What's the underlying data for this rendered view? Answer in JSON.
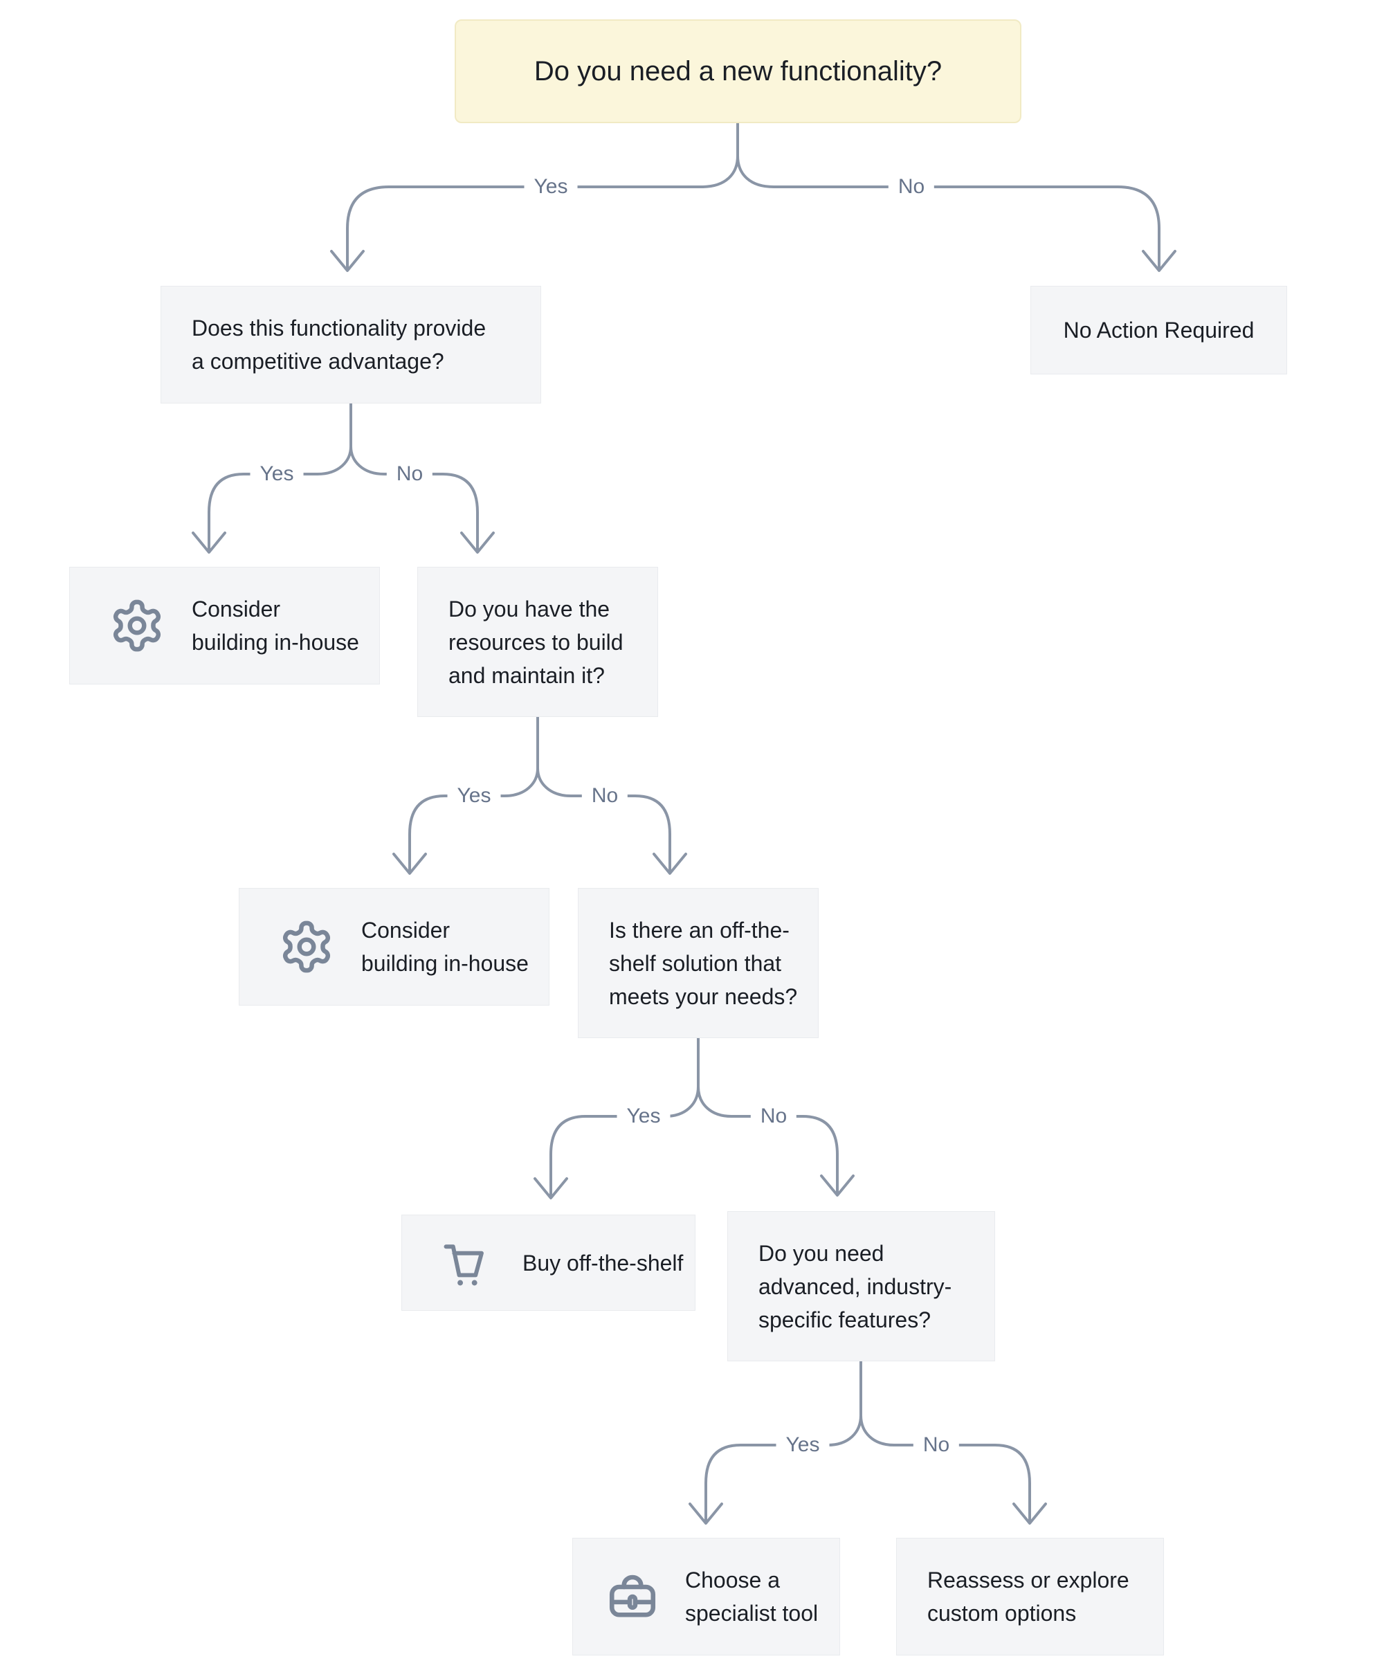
{
  "diagram_type": "decision-flowchart",
  "title": "Do you need a new functionality?",
  "labels": {
    "yes": "Yes",
    "no": "No"
  },
  "nodes": {
    "q_root": {
      "text": "Do you need a new functionality?",
      "kind": "question-root"
    },
    "q_competitive": {
      "lines": [
        "Does this functionality provide",
        "a competitive advantage?"
      ],
      "kind": "question"
    },
    "no_action": {
      "lines": [
        "No Action Required"
      ],
      "kind": "outcome"
    },
    "consider_inhouse_1": {
      "lines": [
        "Consider",
        "building in-house"
      ],
      "icon": "gear-icon",
      "kind": "outcome"
    },
    "q_resources": {
      "lines": [
        "Do you have the",
        "resources to build",
        "and maintain it?"
      ],
      "kind": "question"
    },
    "consider_inhouse_2": {
      "lines": [
        "Consider",
        "building in-house"
      ],
      "icon": "gear-icon",
      "kind": "outcome"
    },
    "q_off_the_shelf": {
      "lines": [
        "Is there an off-the-",
        "shelf solution that",
        "meets your needs?"
      ],
      "kind": "question"
    },
    "buy_off_the_shelf": {
      "lines": [
        "Buy off-the-shelf"
      ],
      "icon": "cart-icon",
      "kind": "outcome"
    },
    "q_industry_features": {
      "lines": [
        "Do you need",
        "advanced, industry-",
        "specific features?"
      ],
      "kind": "question"
    },
    "specialist_tool": {
      "lines": [
        "Choose a",
        "specialist tool"
      ],
      "icon": "briefcase-icon",
      "kind": "outcome"
    },
    "reassess": {
      "lines": [
        "Reassess or explore",
        "custom options"
      ],
      "kind": "outcome"
    }
  },
  "edges": [
    {
      "from": "q_root",
      "to": "q_competitive",
      "label": "Yes"
    },
    {
      "from": "q_root",
      "to": "no_action",
      "label": "No"
    },
    {
      "from": "q_competitive",
      "to": "consider_inhouse_1",
      "label": "Yes"
    },
    {
      "from": "q_competitive",
      "to": "q_resources",
      "label": "No"
    },
    {
      "from": "q_resources",
      "to": "consider_inhouse_2",
      "label": "Yes"
    },
    {
      "from": "q_resources",
      "to": "q_off_the_shelf",
      "label": "No"
    },
    {
      "from": "q_off_the_shelf",
      "to": "buy_off_the_shelf",
      "label": "Yes"
    },
    {
      "from": "q_off_the_shelf",
      "to": "q_industry_features",
      "label": "No"
    },
    {
      "from": "q_industry_features",
      "to": "specialist_tool",
      "label": "Yes"
    },
    {
      "from": "q_industry_features",
      "to": "reassess",
      "label": "No"
    }
  ],
  "colors": {
    "background": "#FFFFFF",
    "root_bg": "#FBF6DB",
    "root_border": "#F1EAC4",
    "node_bg": "#F4F5F7",
    "node_border": "#E9EBEE",
    "connector": "#8A95A6",
    "icon": "#7A8698",
    "text": "#1A1E25",
    "branch_label_text": "#66738A"
  }
}
